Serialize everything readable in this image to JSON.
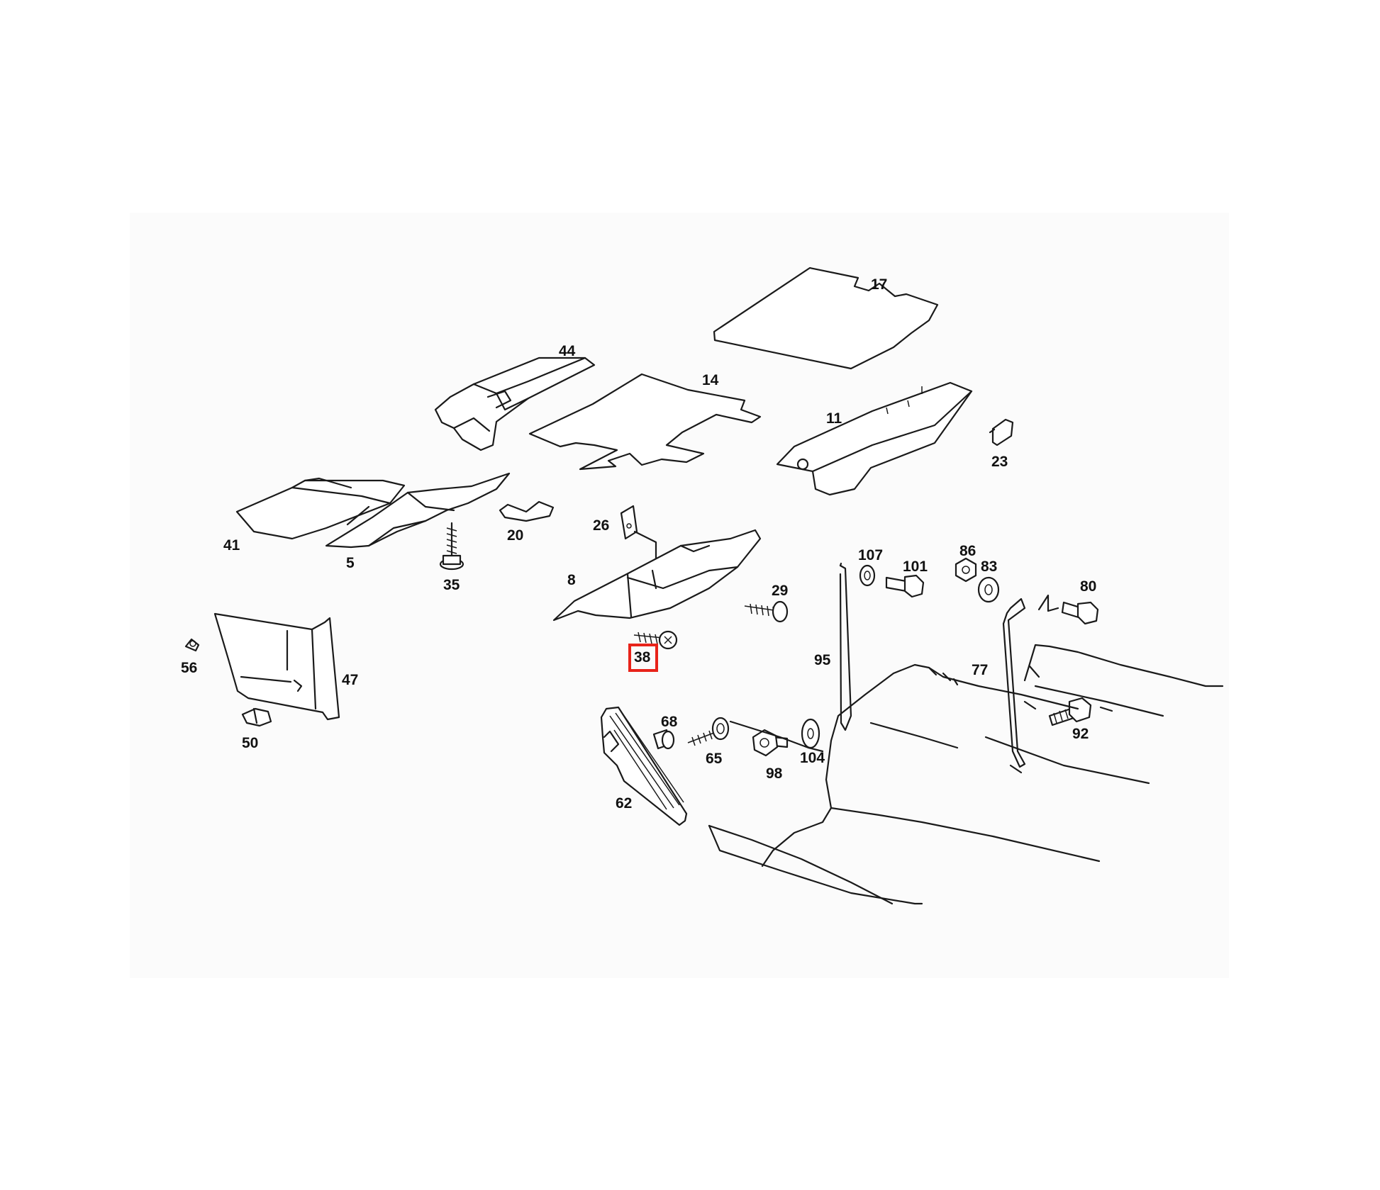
{
  "diagram": {
    "highlight_color": "#e8231a",
    "highlighted_callout": "38",
    "callouts": {
      "c5": "5",
      "c8": "8",
      "c11": "11",
      "c14": "14",
      "c17": "17",
      "c20": "20",
      "c23": "23",
      "c26": "26",
      "c29": "29",
      "c35": "35",
      "c38": "38",
      "c41": "41",
      "c44": "44",
      "c47": "47",
      "c50": "50",
      "c56": "56",
      "c62": "62",
      "c65": "65",
      "c68": "68",
      "c77": "77",
      "c80": "80",
      "c83": "83",
      "c86": "86",
      "c92": "92",
      "c95": "95",
      "c98": "98",
      "c101": "101",
      "c104": "104",
      "c107": "107"
    }
  }
}
